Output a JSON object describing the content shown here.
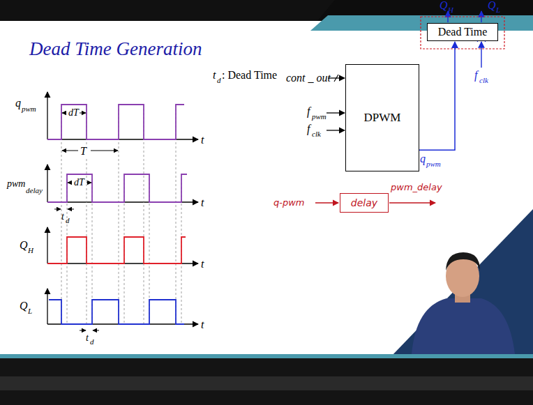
{
  "diagram": {
    "title": "Dead Time Generation",
    "nodes": [
      {
        "text": [
          "DPWM"
        ]
      },
      {
        "text": [
          "Dead Time"
        ]
      },
      {
        "text": [
          "delay"
        ]
      }
    ],
    "edges": [
      {
        "from": 0,
        "to": 1,
        "arrow": "to"
      }
    ],
    "labels": [
      "q",
      "pwm",
      "dT",
      "T",
      "t",
      "pwm",
      "delay",
      "dT",
      "t",
      "t",
      "d",
      "Q",
      "H",
      "t",
      "Q",
      "L",
      "t",
      "t",
      "d",
      "t",
      "d",
      ": Dead Time",
      "cont _ out",
      "f",
      "pwm",
      "f",
      "clk",
      "q",
      "pwm",
      "Q",
      "H",
      "Q",
      "L",
      "f",
      "clk",
      "q-pwm",
      "pwm_delay"
    ]
  }
}
